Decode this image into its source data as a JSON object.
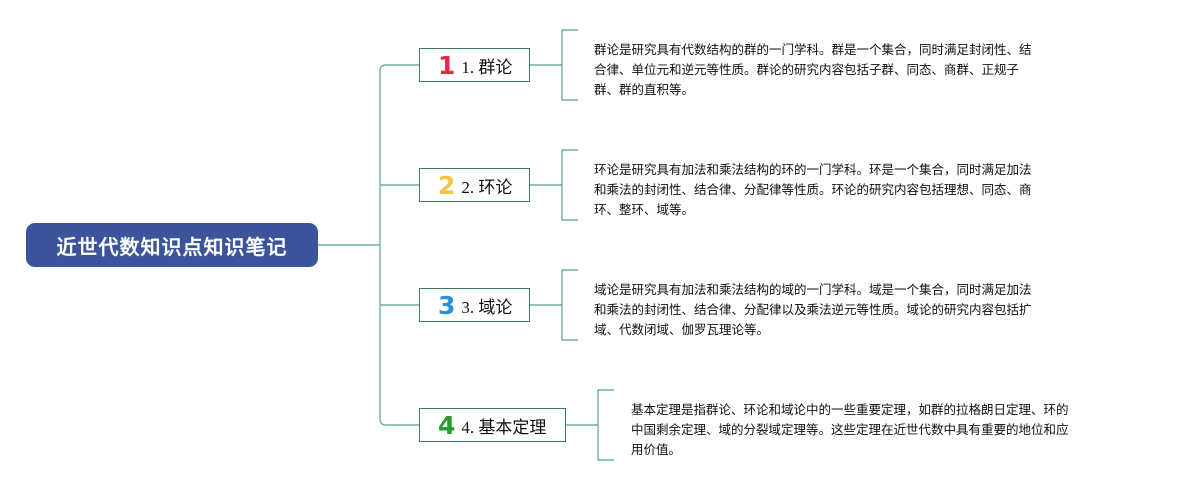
{
  "colors": {
    "root_bg": "#3b549c",
    "connector": "#6fb097",
    "node_border": "#3f7a5f",
    "num_1": "#e32a4b",
    "num_2": "#f2c642",
    "num_3": "#2a8fd6",
    "num_4": "#2a9a2a"
  },
  "root": {
    "label": "近世代数知识点知识笔记"
  },
  "branches": [
    {
      "number": "1",
      "label": "1. 群论",
      "description": "群论是研究具有代数结构的群的一门学科。群是一个集合，同时满足封闭性、结\n合律、单位元和逆元等性质。群论的研究内容包括子群、同态、商群、正规子\n群、群的直积等。"
    },
    {
      "number": "2",
      "label": "2. 环论",
      "description": "环论是研究具有加法和乘法结构的环的一门学科。环是一个集合，同时满足加法\n和乘法的封闭性、结合律、分配律等性质。环论的研究内容包括理想、同态、商\n环、整环、域等。"
    },
    {
      "number": "3",
      "label": "3. 域论",
      "description": "域论是研究具有加法和乘法结构的域的一门学科。域是一个集合，同时满足加法\n和乘法的封闭性、结合律、分配律以及乘法逆元等性质。域论的研究内容包括扩\n域、代数闭域、伽罗瓦理论等。"
    },
    {
      "number": "4",
      "label": "4. 基本定理",
      "description": "基本定理是指群论、环论和域论中的一些重要定理，如群的拉格朗日定理、环的\n中国剩余定理、域的分裂域定理等。这些定理在近世代数中具有重要的地位和应\n用价值。"
    }
  ]
}
